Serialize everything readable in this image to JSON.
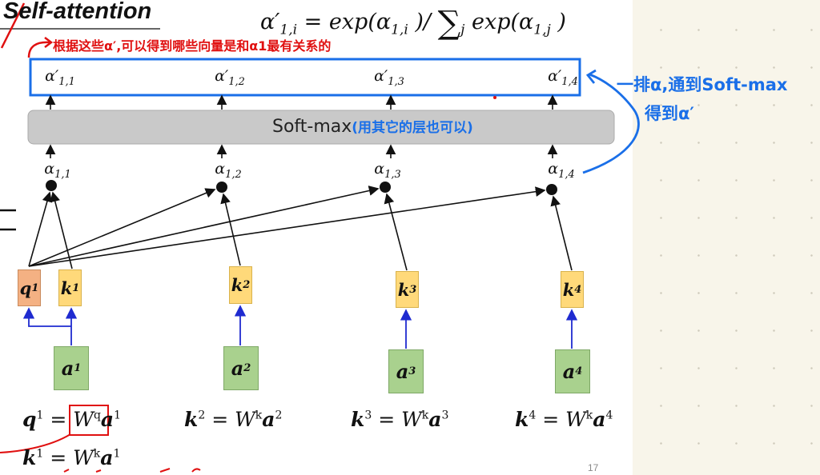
{
  "slide": {
    "title": "Self-attention",
    "page_number": "17",
    "formula": {
      "lhs_sym": "α′",
      "lhs_sub": "1,i",
      "eq": " = exp(",
      "mid_sym": "α",
      "mid_sub": "1,i",
      "mid_close": " )/ ",
      "sum": "∑",
      "sum_sub": "j",
      "rhs_fn": " exp(",
      "rhs_sym": "α",
      "rhs_sub": "1,j",
      "rhs_close": " )"
    },
    "alpha_prime": [
      {
        "sym": "α′",
        "sub": "1,1"
      },
      {
        "sym": "α′",
        "sub": "1,2"
      },
      {
        "sym": "α′",
        "sub": "1,3"
      },
      {
        "sym": "α′",
        "sub": "1,4"
      }
    ],
    "softmax_label": "Soft-max",
    "alpha": [
      {
        "sym": "α",
        "sub": "1,1"
      },
      {
        "sym": "α",
        "sub": "1,2"
      },
      {
        "sym": "α",
        "sub": "1,3"
      },
      {
        "sym": "α",
        "sub": "1,4"
      }
    ],
    "query": {
      "sym": "q",
      "sup": "1"
    },
    "keys": [
      {
        "sym": "k",
        "sup": "1"
      },
      {
        "sym": "k",
        "sup": "2"
      },
      {
        "sym": "k",
        "sup": "3"
      },
      {
        "sym": "k",
        "sup": "4"
      }
    ],
    "inputs": [
      {
        "sym": "a",
        "sup": "1"
      },
      {
        "sym": "a",
        "sup": "2"
      },
      {
        "sym": "a",
        "sup": "3"
      },
      {
        "sym": "a",
        "sup": "4"
      }
    ],
    "equations": [
      {
        "lhs": "q",
        "lhs_sup": "1",
        "w": "W",
        "w_sup": "q",
        "rhs": "a",
        "rhs_sup": "1"
      },
      {
        "lhs": "k",
        "lhs_sup": "2",
        "w": "W",
        "w_sup": "k",
        "rhs": "a",
        "rhs_sup": "2"
      },
      {
        "lhs": "k",
        "lhs_sup": "3",
        "w": "W",
        "w_sup": "k",
        "rhs": "a",
        "rhs_sup": "3"
      },
      {
        "lhs": "k",
        "lhs_sup": "4",
        "w": "W",
        "w_sup": "k",
        "rhs": "a",
        "rhs_sup": "4"
      },
      {
        "lhs": "k",
        "lhs_sup": "1",
        "w": "W",
        "w_sup": "k",
        "rhs": "a",
        "rhs_sup": "1"
      }
    ],
    "equals": " = "
  },
  "annotations": {
    "red_top": "根据这些α′,可以得到哪些向量是和α1最有关系的",
    "softmax_note": "(用其它的层也可以)",
    "blue_line1": "一排α,通到Soft-max",
    "blue_line2": "得到α′"
  },
  "colors": {
    "query": "#f4b183",
    "key": "#ffd97a",
    "input": "#a9d18e",
    "highlight_box": "#1a6fe8",
    "red_ink": "#e01010"
  }
}
